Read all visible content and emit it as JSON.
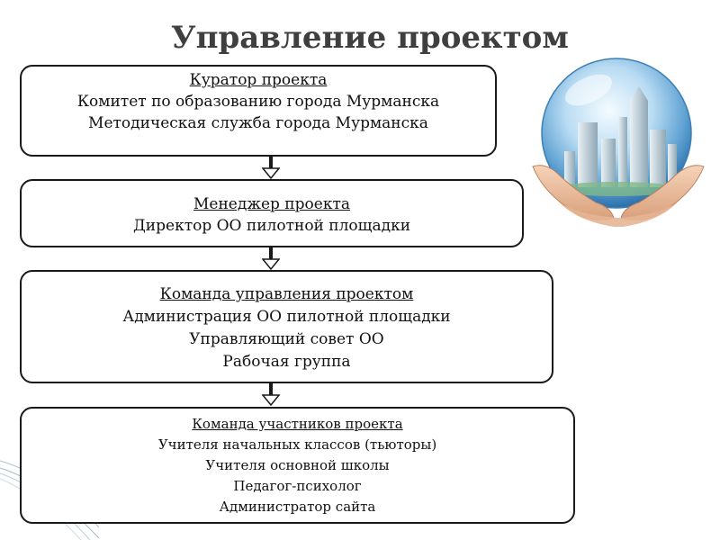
{
  "title": "Управление проектом",
  "boxes": [
    {
      "heading": "Куратор проекта",
      "lines": [
        "Комитет по образованию города Мурманска",
        "Методическая служба города Мурманска"
      ]
    },
    {
      "heading": "Менеджер проекта",
      "lines": [
        "Директор ОО пилотной площадки"
      ]
    },
    {
      "heading": "Команда управления проектом",
      "lines": [
        "Администрация ОО пилотной площадки",
        "Управляющий совет ОО",
        "Рабочая группа"
      ]
    },
    {
      "heading": "Команда участников проекта",
      "lines": [
        "Учителя начальных классов (тьюторы)",
        "Учителя основной школы",
        "Педагог-психолог",
        "Администратор сайта"
      ]
    }
  ],
  "icons": {
    "illustration": "glass-globe-city-in-hands-icon",
    "connector": "down-arrow-connector-icon"
  },
  "colors": {
    "title": "#3f3f3f",
    "border": "#1a1a1a",
    "text": "#111111"
  }
}
